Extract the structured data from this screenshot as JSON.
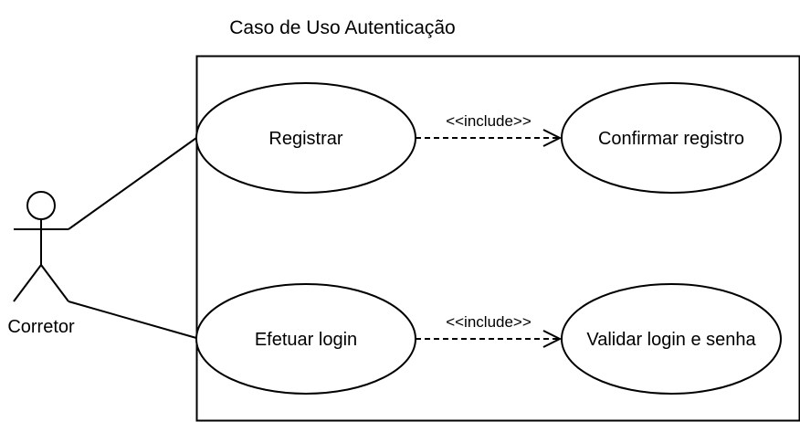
{
  "title": "Caso de Uso Autenticação",
  "actor": {
    "label": "Corretor"
  },
  "use_cases": [
    {
      "id": "registrar",
      "label": "Registrar"
    },
    {
      "id": "confirmar",
      "label": "Confirmar registro"
    },
    {
      "id": "login",
      "label": "Efetuar login"
    },
    {
      "id": "validar",
      "label": "Validar login e senha"
    }
  ],
  "relations": [
    {
      "from": "registrar",
      "to": "confirmar",
      "stereotype": "<<include>>"
    },
    {
      "from": "login",
      "to": "validar",
      "stereotype": "<<include>>"
    }
  ],
  "colors": {
    "stroke": "#000000",
    "fill": "#ffffff",
    "text": "#000000"
  }
}
